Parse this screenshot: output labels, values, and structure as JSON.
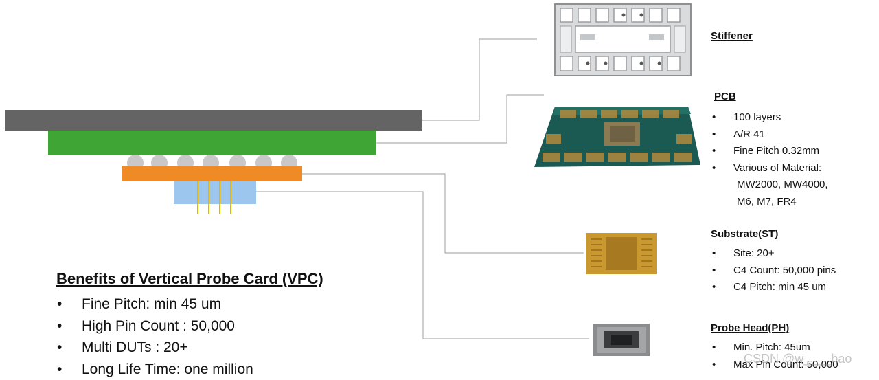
{
  "components": [
    {
      "id": "stiffener",
      "title": "Stiffener",
      "items": []
    },
    {
      "id": "pcb",
      "title": "PCB",
      "items": [
        "100 layers",
        "A/R 41",
        "Fine Pitch 0.32mm",
        "Various of Material:"
      ],
      "continuation": [
        "MW2000, MW4000,",
        "M6, M7, FR4"
      ]
    },
    {
      "id": "substrate",
      "title": "Substrate(ST)",
      "items": [
        "Site: 20+",
        "C4 Count: 50,000 pins",
        "C4 Pitch: min 45 um"
      ]
    },
    {
      "id": "probe-head",
      "title": "Probe Head(PH)",
      "items": [
        "Min. Pitch: 45um",
        "Max Pin Count: 50,000"
      ]
    }
  ],
  "benefits": {
    "title": "Benefits of Vertical Probe Card (VPC)",
    "items": [
      "Fine Pitch: min 45 um",
      "High Pin Count : 50,000",
      "Multi DUTs : 20+",
      "Long Life Time: one million"
    ]
  },
  "watermark": "CSDN @w____hao",
  "colors": {
    "stiffener_layer": "#646464",
    "pcb_layer": "#3fa535",
    "substrate_layer": "#f08a24",
    "probe_head_layer": "#9dc6ee",
    "solder_ball": "#c8c8c8",
    "probe_pin": "#e2b400",
    "leader_line": "#b0b0b0",
    "pcb_photo": "#1a5a52",
    "substrate_photo": "#c9982f",
    "probe_head_photo": "#8a8c8e"
  }
}
